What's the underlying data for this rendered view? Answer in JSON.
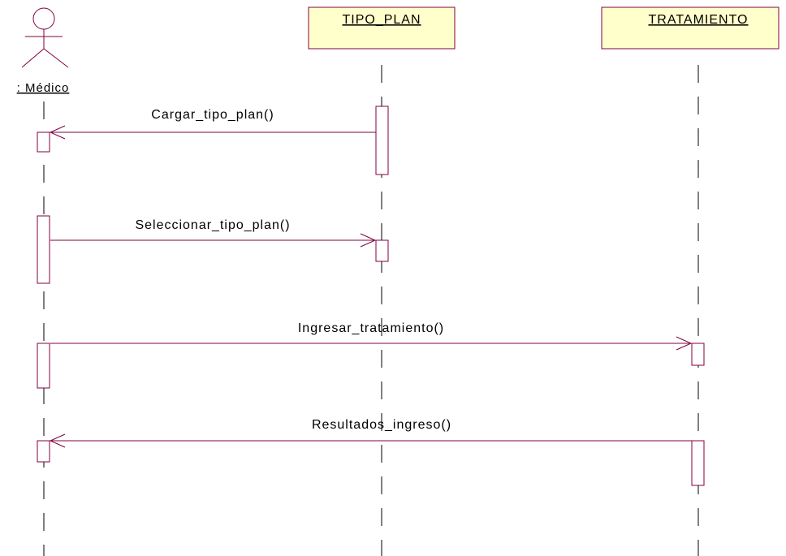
{
  "diagram": {
    "actor": {
      "label": ": Médico"
    },
    "objects": [
      {
        "label": "TIPO_PLAN"
      },
      {
        "label": "TRATAMIENTO"
      }
    ],
    "messages": [
      {
        "label": "Cargar_tipo_plan()",
        "from": "TIPO_PLAN",
        "to": ": Médico"
      },
      {
        "label": "Seleccionar_tipo_plan()",
        "from": ": Médico",
        "to": "TIPO_PLAN"
      },
      {
        "label": "Ingresar_tratamiento()",
        "from": ": Médico",
        "to": "TRATAMIENTO"
      },
      {
        "label": "Resultados_ingreso()",
        "from": "TRATAMIENTO",
        "to": ": Médico"
      }
    ],
    "colors": {
      "line": "#800040",
      "object_fill": "#ffffcc",
      "lifeline": "#000000"
    }
  }
}
